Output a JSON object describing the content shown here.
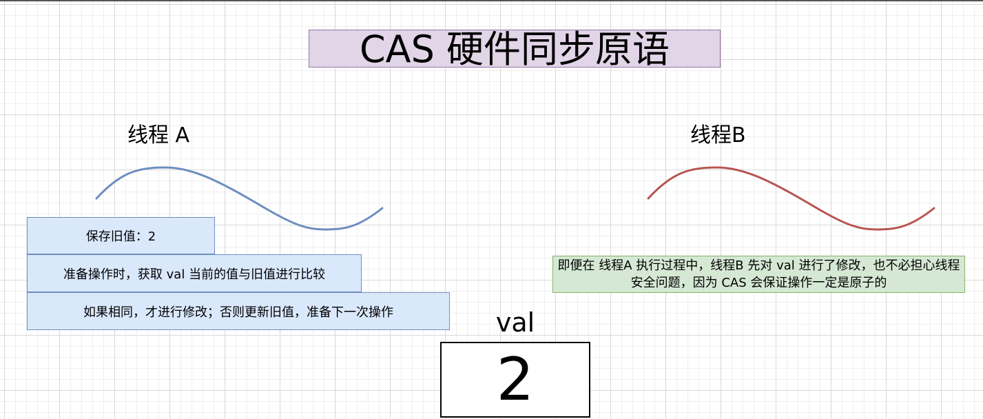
{
  "title": "CAS 硬件同步原语",
  "thread_a": {
    "label": "线程 A",
    "notes": [
      "保存旧值：2",
      "准备操作时，获取 val 当前的值与旧值进行比较",
      "如果相同，才进行修改；否则更新旧值，准备下一次操作"
    ],
    "wave_color": "#6c8ebf"
  },
  "thread_b": {
    "label": "线程B",
    "note": "即便在 线程A 执行过程中，线程B 先对 val 进行了修改，也不必担心线程安全问题，因为 CAS 会保证操作一定是原子的",
    "wave_color": "#b85450"
  },
  "variable": {
    "name": "val",
    "value": "2"
  },
  "colors": {
    "title_fill": "#e1d5e7",
    "title_border": "#9673a6",
    "blue_fill": "#dae8fc",
    "blue_border": "#6c8ebf",
    "green_fill": "#d5e8d4",
    "green_border": "#82b366"
  }
}
